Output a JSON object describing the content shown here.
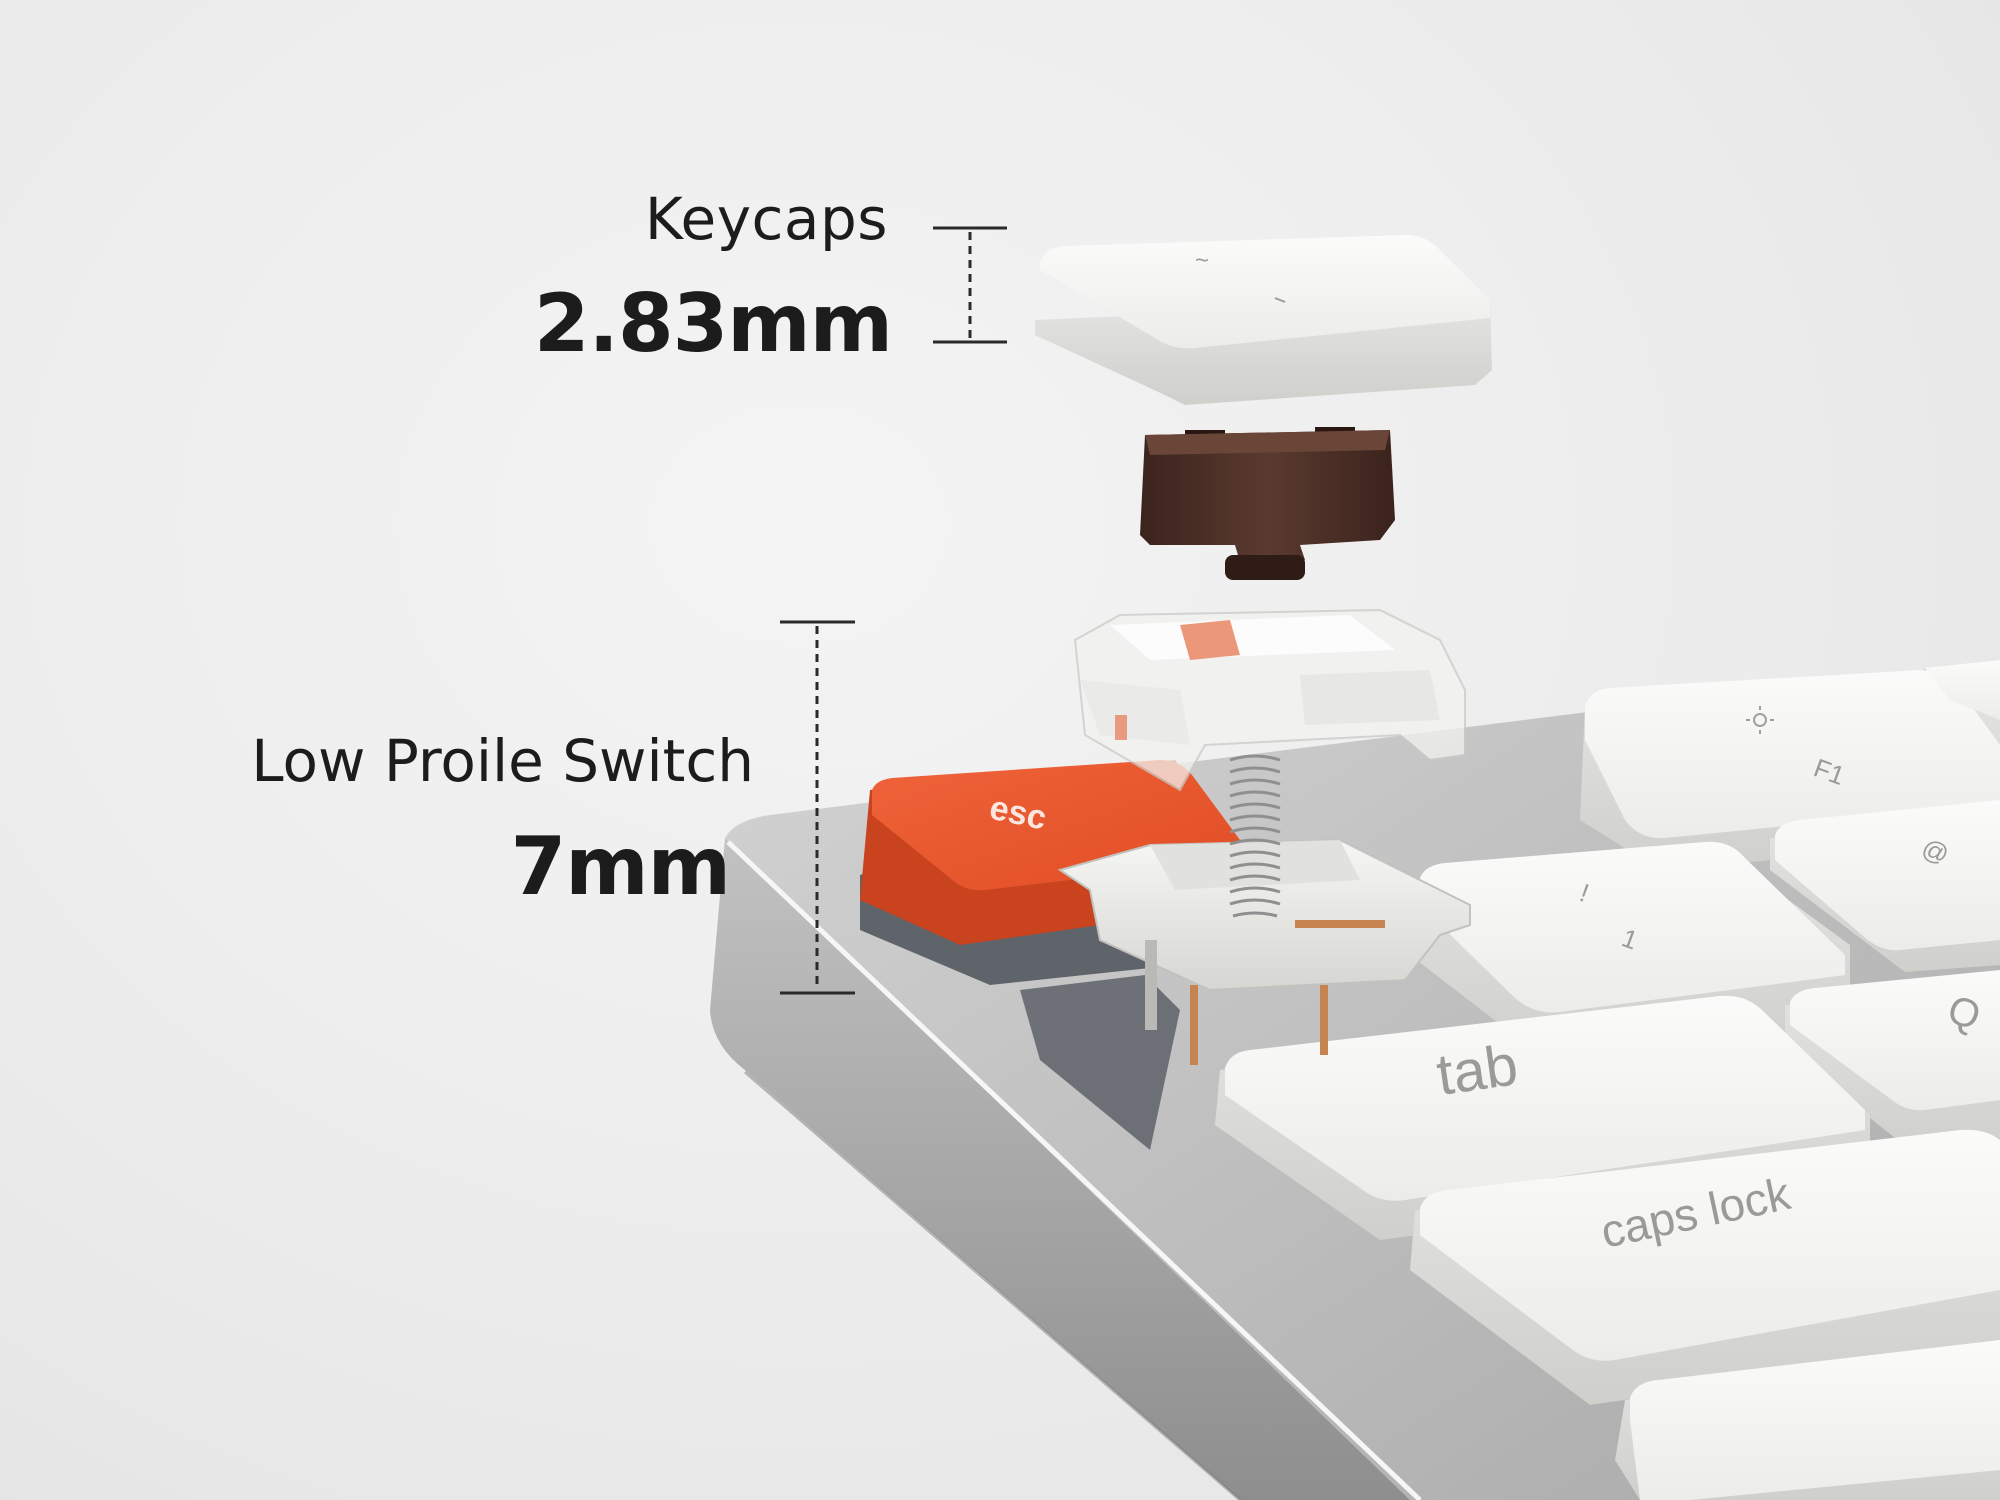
{
  "keycaps": {
    "label": "Keycaps",
    "value": "2.83mm"
  },
  "switch": {
    "label": "Low Proile Switch",
    "value": "7mm"
  },
  "keys": {
    "esc": "esc",
    "tab": "tab",
    "caps": "caps lock",
    "f1": "F1",
    "one_top": "!",
    "one_bottom": "1",
    "two_top": "@",
    "q": "Q",
    "tilde": "~"
  },
  "colors": {
    "accent_key": "#e8552b",
    "stem": "#4a2f26",
    "keycap": "#f0f0ee",
    "frame": "#b9b9b9",
    "text": "#1c1c1c"
  }
}
